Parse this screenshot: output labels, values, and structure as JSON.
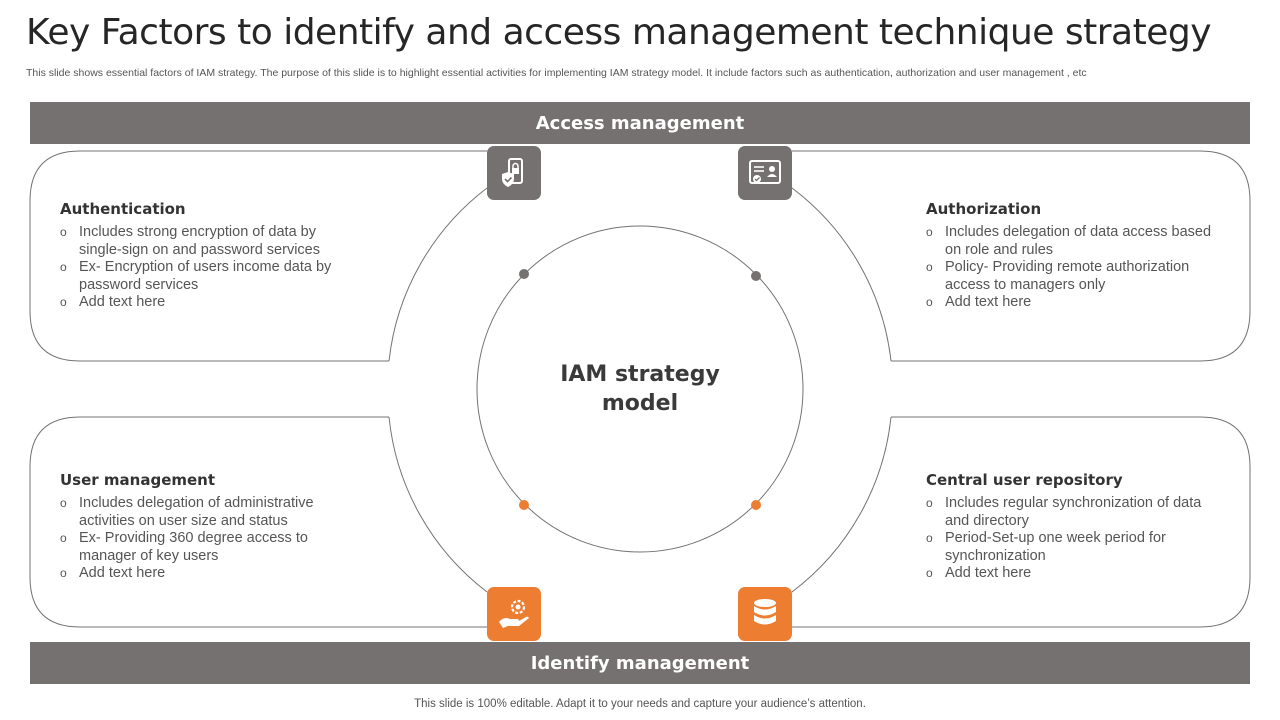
{
  "header": {
    "title": "Key Factors to identify and access management technique strategy",
    "subtitle": "This slide shows essential factors of IAM strategy. The purpose of this slide is to highlight essential activities for implementing IAM strategy model. It include factors such as authentication, authorization and user management , etc"
  },
  "bars": {
    "top_label": "Access management",
    "bottom_label": "Identify management"
  },
  "center": {
    "line1": "IAM strategy",
    "line2": "model"
  },
  "blocks": {
    "authentication": {
      "heading": "Authentication",
      "items": [
        "Includes strong encryption of data by single-sign on and password services",
        "Ex- Encryption of users income data by password services",
        "Add text here"
      ]
    },
    "authorization": {
      "heading": "Authorization",
      "items": [
        "Includes delegation of data access based on role and rules",
        "Policy- Providing remote authorization access to managers only",
        "Add text here"
      ]
    },
    "user_management": {
      "heading": "User management",
      "items": [
        "Includes delegation of administrative activities on user size and status",
        "Ex- Providing 360 degree access to manager of key users",
        "Add text here"
      ]
    },
    "central_repository": {
      "heading": "Central user repository",
      "items": [
        "Includes regular synchronization of data and directory",
        "Period-Set-up one week period for synchronization",
        "Add text here"
      ]
    }
  },
  "icons": {
    "top_left": "mobile-lock-icon",
    "top_right": "id-card-icon",
    "bottom_left": "hand-gear-icon",
    "bottom_right": "database-icon"
  },
  "colors": {
    "bar_gray": "#767171",
    "accent_orange": "#ed7d31",
    "dot_gray": "#767171"
  },
  "footer": {
    "text": "This slide is 100% editable. Adapt it to your needs and capture your audience’s attention."
  }
}
